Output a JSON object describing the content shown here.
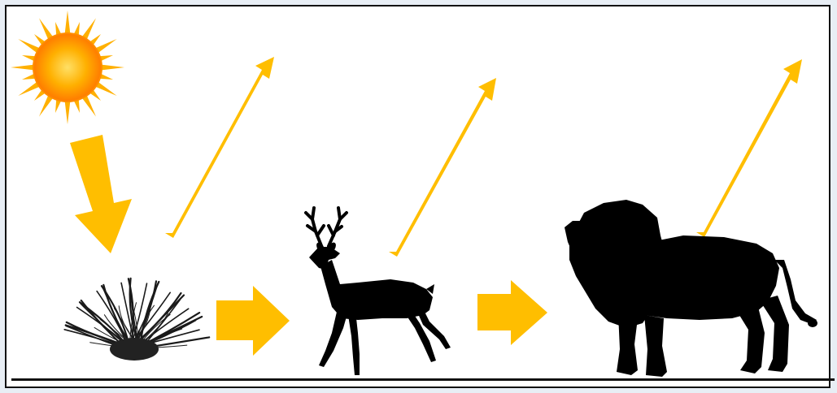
{
  "diagram": {
    "nodes": [
      {
        "id": "sun",
        "icon": "sun-icon"
      },
      {
        "id": "grass",
        "icon": "grass-icon"
      },
      {
        "id": "deer",
        "icon": "deer-icon"
      },
      {
        "id": "lion",
        "icon": "lion-icon"
      }
    ],
    "edges": [
      {
        "from": "sun",
        "to": "grass",
        "kind": "energy-in"
      },
      {
        "from": "grass",
        "to": "deer",
        "kind": "energy-transfer"
      },
      {
        "from": "deer",
        "to": "lion",
        "kind": "energy-transfer"
      },
      {
        "from": "grass",
        "to": "environment",
        "kind": "energy-loss"
      },
      {
        "from": "deer",
        "to": "environment",
        "kind": "energy-loss"
      },
      {
        "from": "lion",
        "to": "environment",
        "kind": "energy-loss"
      }
    ]
  },
  "colors": {
    "arrow": "#FFBE00",
    "sun_core": "#FF9A00",
    "sun_center": "#FFD23A",
    "sun_rays": "#FFB000",
    "silhouette": "#000000",
    "frame": "#111111"
  }
}
